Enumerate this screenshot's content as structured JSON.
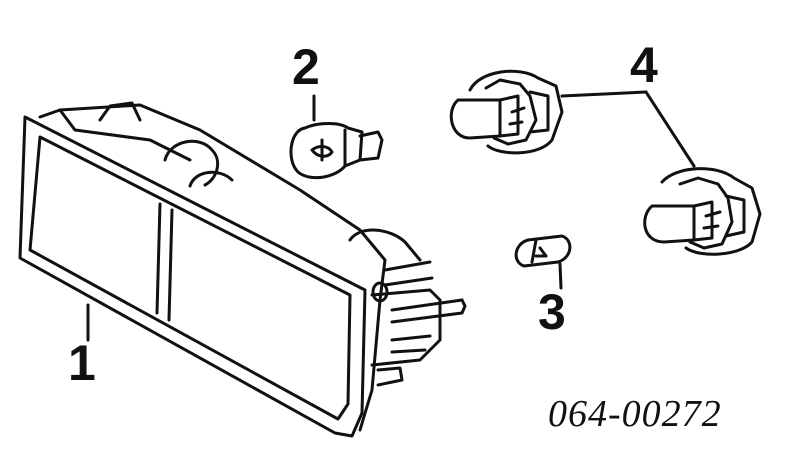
{
  "callouts": {
    "lamp_housing": "1",
    "bulb_large": "2",
    "bulb_small": "3",
    "bulb_sockets": "4"
  },
  "diagram_code": "064-00272",
  "colors": {
    "ink": "#111111",
    "background": "#ffffff"
  }
}
